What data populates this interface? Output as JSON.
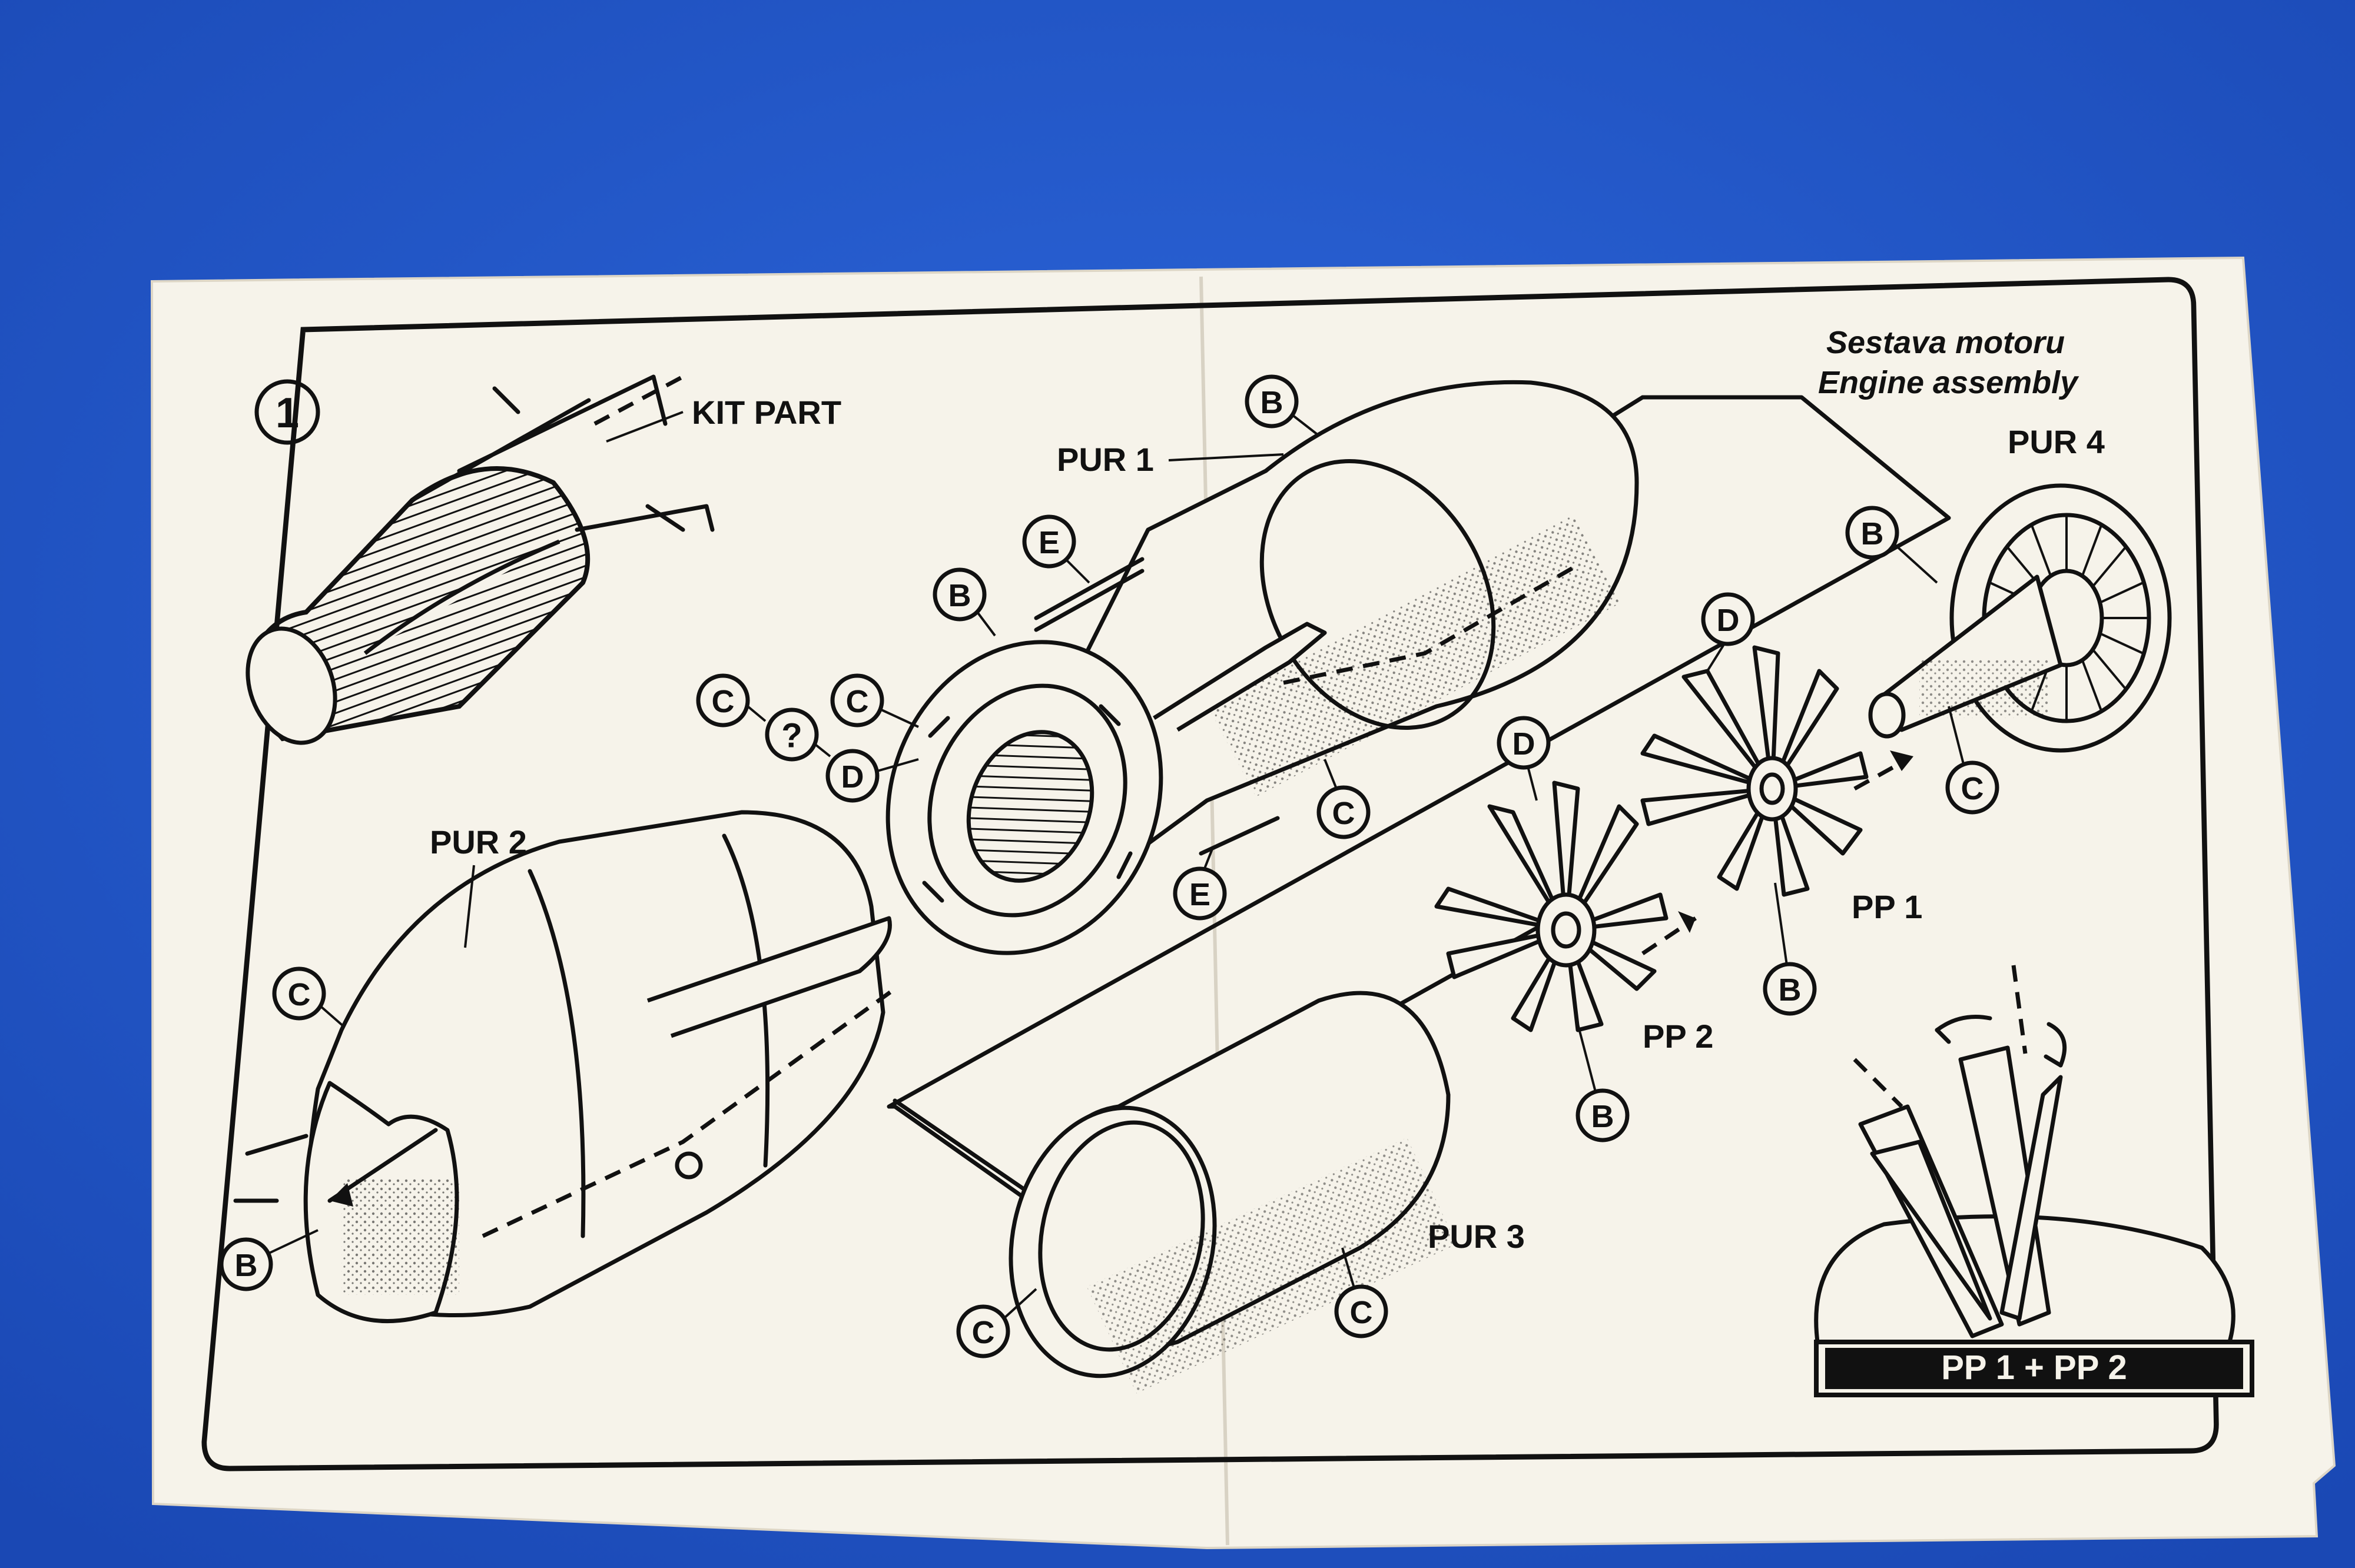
{
  "colors": {
    "background": "#1f56c9",
    "paper": "#f6f3ea",
    "ink": "#111111"
  },
  "step_number": "1",
  "title_cz": "Sestava motoru",
  "title_en": "Engine assembly",
  "labels": {
    "kit_part": "KIT PART",
    "pur1": "PUR 1",
    "pur2": "PUR 2",
    "pur3": "PUR 3",
    "pur4": "PUR 4",
    "pp1": "PP 1",
    "pp2": "PP 2",
    "question": "?",
    "inset_caption": "PP 1 + PP 2"
  },
  "callouts": {
    "b_pur1": "B",
    "e_top": "E",
    "b_ring": "B",
    "c_left": "C",
    "c_ring": "C",
    "d_ring": "D",
    "c_pur1": "C",
    "e_bottom": "E",
    "c_pur2": "C",
    "b_pur2": "B",
    "c_pur3_front": "C",
    "c_pur3": "C",
    "d_pp2": "D",
    "b_pp2": "B",
    "d_pp1": "D",
    "b_pp1": "B",
    "b_pur4": "B",
    "c_pur4": "C"
  }
}
